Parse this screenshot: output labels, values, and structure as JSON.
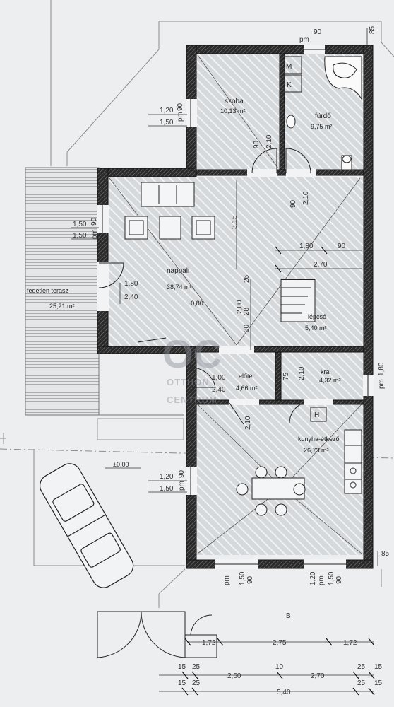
{
  "rooms": {
    "szoba": {
      "name": "szoba",
      "area": "10,13 m²"
    },
    "furdo": {
      "name": "fürdő",
      "area": "9,75 m²"
    },
    "nappali": {
      "name": "nappali",
      "area": "38,74 m²"
    },
    "terasz": {
      "name": "fedetlen terasz",
      "area": "25,21 m²"
    },
    "lepcso": {
      "name": "lépcső",
      "area": "5,40 m²"
    },
    "eloter": {
      "name": "előtér",
      "area": "4,66 m²"
    },
    "kamra": {
      "name": "kra",
      "area": "4,32 m²"
    },
    "konyha": {
      "name": "konyha-étkező",
      "area": "26,73 m²"
    }
  },
  "markers": {
    "m": "M",
    "k": "K",
    "h": "H",
    "b": "B"
  },
  "levels": {
    "plus080": "+0,80",
    "zero": "±0,00"
  },
  "dims": {
    "top_pm": "pm",
    "top_90": "90",
    "top_85": "85",
    "szoba_a": "1,20",
    "szoba_b": "1,50",
    "szoba_pm": "pm",
    "szoba_90": "90",
    "door_90": "90",
    "door_210": "2,10",
    "nap_a": "1,50",
    "nap_b": "1,50",
    "nap_pm": "pm",
    "nap_90": "90",
    "v_315": "3,15",
    "stair_180": "1,80",
    "stair_90": "90",
    "stair_270": "2,70",
    "win_180": "1,80",
    "win_240": "2,40",
    "v_26": "26",
    "v_200": "2,00",
    "v_28": "28",
    "v_30": "30",
    "elo_100": "1,00",
    "elo_240": "2,40",
    "elo_75": "75",
    "elo_210": "2,10",
    "k_90": "90",
    "k_210": "2,10",
    "right_pm": "pm",
    "right_180": "1,80",
    "kon_a": "1,20",
    "kon_b": "1,50",
    "kon_pm": "pm",
    "kon_90": "90",
    "right_85": "85",
    "bot_pm1": "pm",
    "bot_150a": "1,50",
    "bot_90a": "90",
    "bot_120": "1,20",
    "bot_pm2": "pm",
    "bot_150b": "1,50",
    "bot_90b": "90",
    "b1_172a": "1,72",
    "b1_275": "2,75",
    "b1_172b": "1,72",
    "b2_15a": "15",
    "b2_25a": "25",
    "b2_260": "2,60",
    "b2_10": "10",
    "b2_270": "2,70",
    "b2_25b": "25",
    "b2_15b": "15",
    "b3_15a": "15",
    "b3_25a": "25",
    "b3_540": "5,40",
    "b3_25b": "25",
    "b3_15b": "15"
  },
  "watermark": {
    "logo": "OC",
    "line1": "OTTHON",
    "line2": "CENTRUM"
  }
}
